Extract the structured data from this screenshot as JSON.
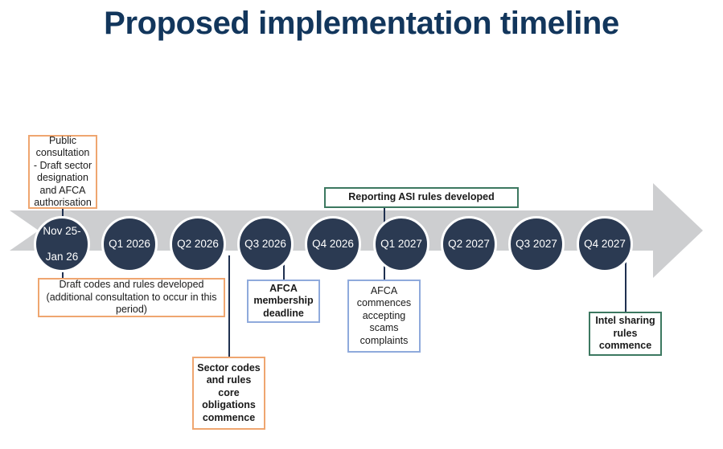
{
  "slide": {
    "title": "Proposed implementation timeline",
    "title_color": "#12365C",
    "background": "#FFFFFF"
  },
  "timeline": {
    "band_color": "#CDCED0",
    "milestone_fill": "#2B3A52",
    "milestone_text_color": "#FFFFFF",
    "milestone_border_color": "#FFFFFF",
    "connector_color": "#1F3050",
    "direction": "left-to-right",
    "milestones": [
      {
        "id": "nov25-jan26",
        "label_line1": "Nov 25-",
        "label_line2": "Jan 26"
      },
      {
        "id": "q1-2026",
        "label_line1": "Q1 2026",
        "label_line2": ""
      },
      {
        "id": "q2-2026",
        "label_line1": "Q2 2026",
        "label_line2": ""
      },
      {
        "id": "q3-2026",
        "label_line1": "Q3 2026",
        "label_line2": ""
      },
      {
        "id": "q4-2026",
        "label_line1": "Q4 2026",
        "label_line2": ""
      },
      {
        "id": "q1-2027",
        "label_line1": "Q1 2027",
        "label_line2": ""
      },
      {
        "id": "q2-2027",
        "label_line1": "Q2 2027",
        "label_line2": ""
      },
      {
        "id": "q3-2027",
        "label_line1": "Q3 2027",
        "label_line2": ""
      },
      {
        "id": "q4-2027",
        "label_line1": "Q4 2027",
        "label_line2": ""
      }
    ]
  },
  "callouts": {
    "public_consultation": {
      "text": "Public consultation - Draft sector designation and AFCA authorisation",
      "color": "#EFA670",
      "anchor": "nov25-jan26",
      "position": "above"
    },
    "draft_codes": {
      "text": "Draft codes and rules developed (additional consultation to occur in this period)",
      "color": "#EFA670",
      "anchor": "q1-2026",
      "position": "below"
    },
    "sector_codes": {
      "text": "Sector codes and rules core obligations commence",
      "color": "#EFA670",
      "anchor": "q2-2026",
      "position": "below"
    },
    "afca_membership": {
      "text": "AFCA membership deadline",
      "color": "#8FAADC",
      "anchor": "q3-2026",
      "position": "below"
    },
    "afca_complaints": {
      "text": "AFCA commences accepting scams complaints",
      "color": "#8FAADC",
      "anchor": "q1-2027",
      "position": "below"
    },
    "reporting_asi": {
      "text": "Reporting ASI rules developed",
      "color": "#3C7860",
      "anchor": "q4-2026",
      "position": "above"
    },
    "intel_sharing": {
      "text": "Intel sharing rules commence",
      "color": "#3C7860",
      "anchor": "q4-2027",
      "position": "below"
    }
  }
}
